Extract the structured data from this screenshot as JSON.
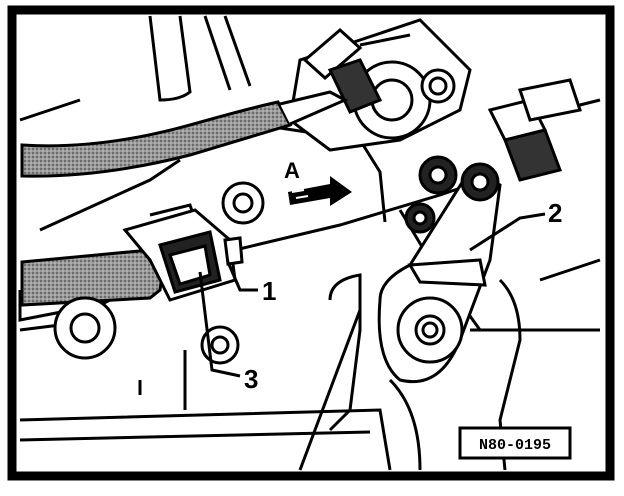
{
  "figure": {
    "callouts": [
      {
        "id": "1",
        "label": "1"
      },
      {
        "id": "2",
        "label": "2"
      },
      {
        "id": "3",
        "label": "3"
      }
    ],
    "view_arrow": {
      "label": "A"
    },
    "reference_code": "N80-0195"
  },
  "colors": {
    "ink": "#000000",
    "paper": "#ffffff",
    "shade": "#8a8a8a"
  }
}
